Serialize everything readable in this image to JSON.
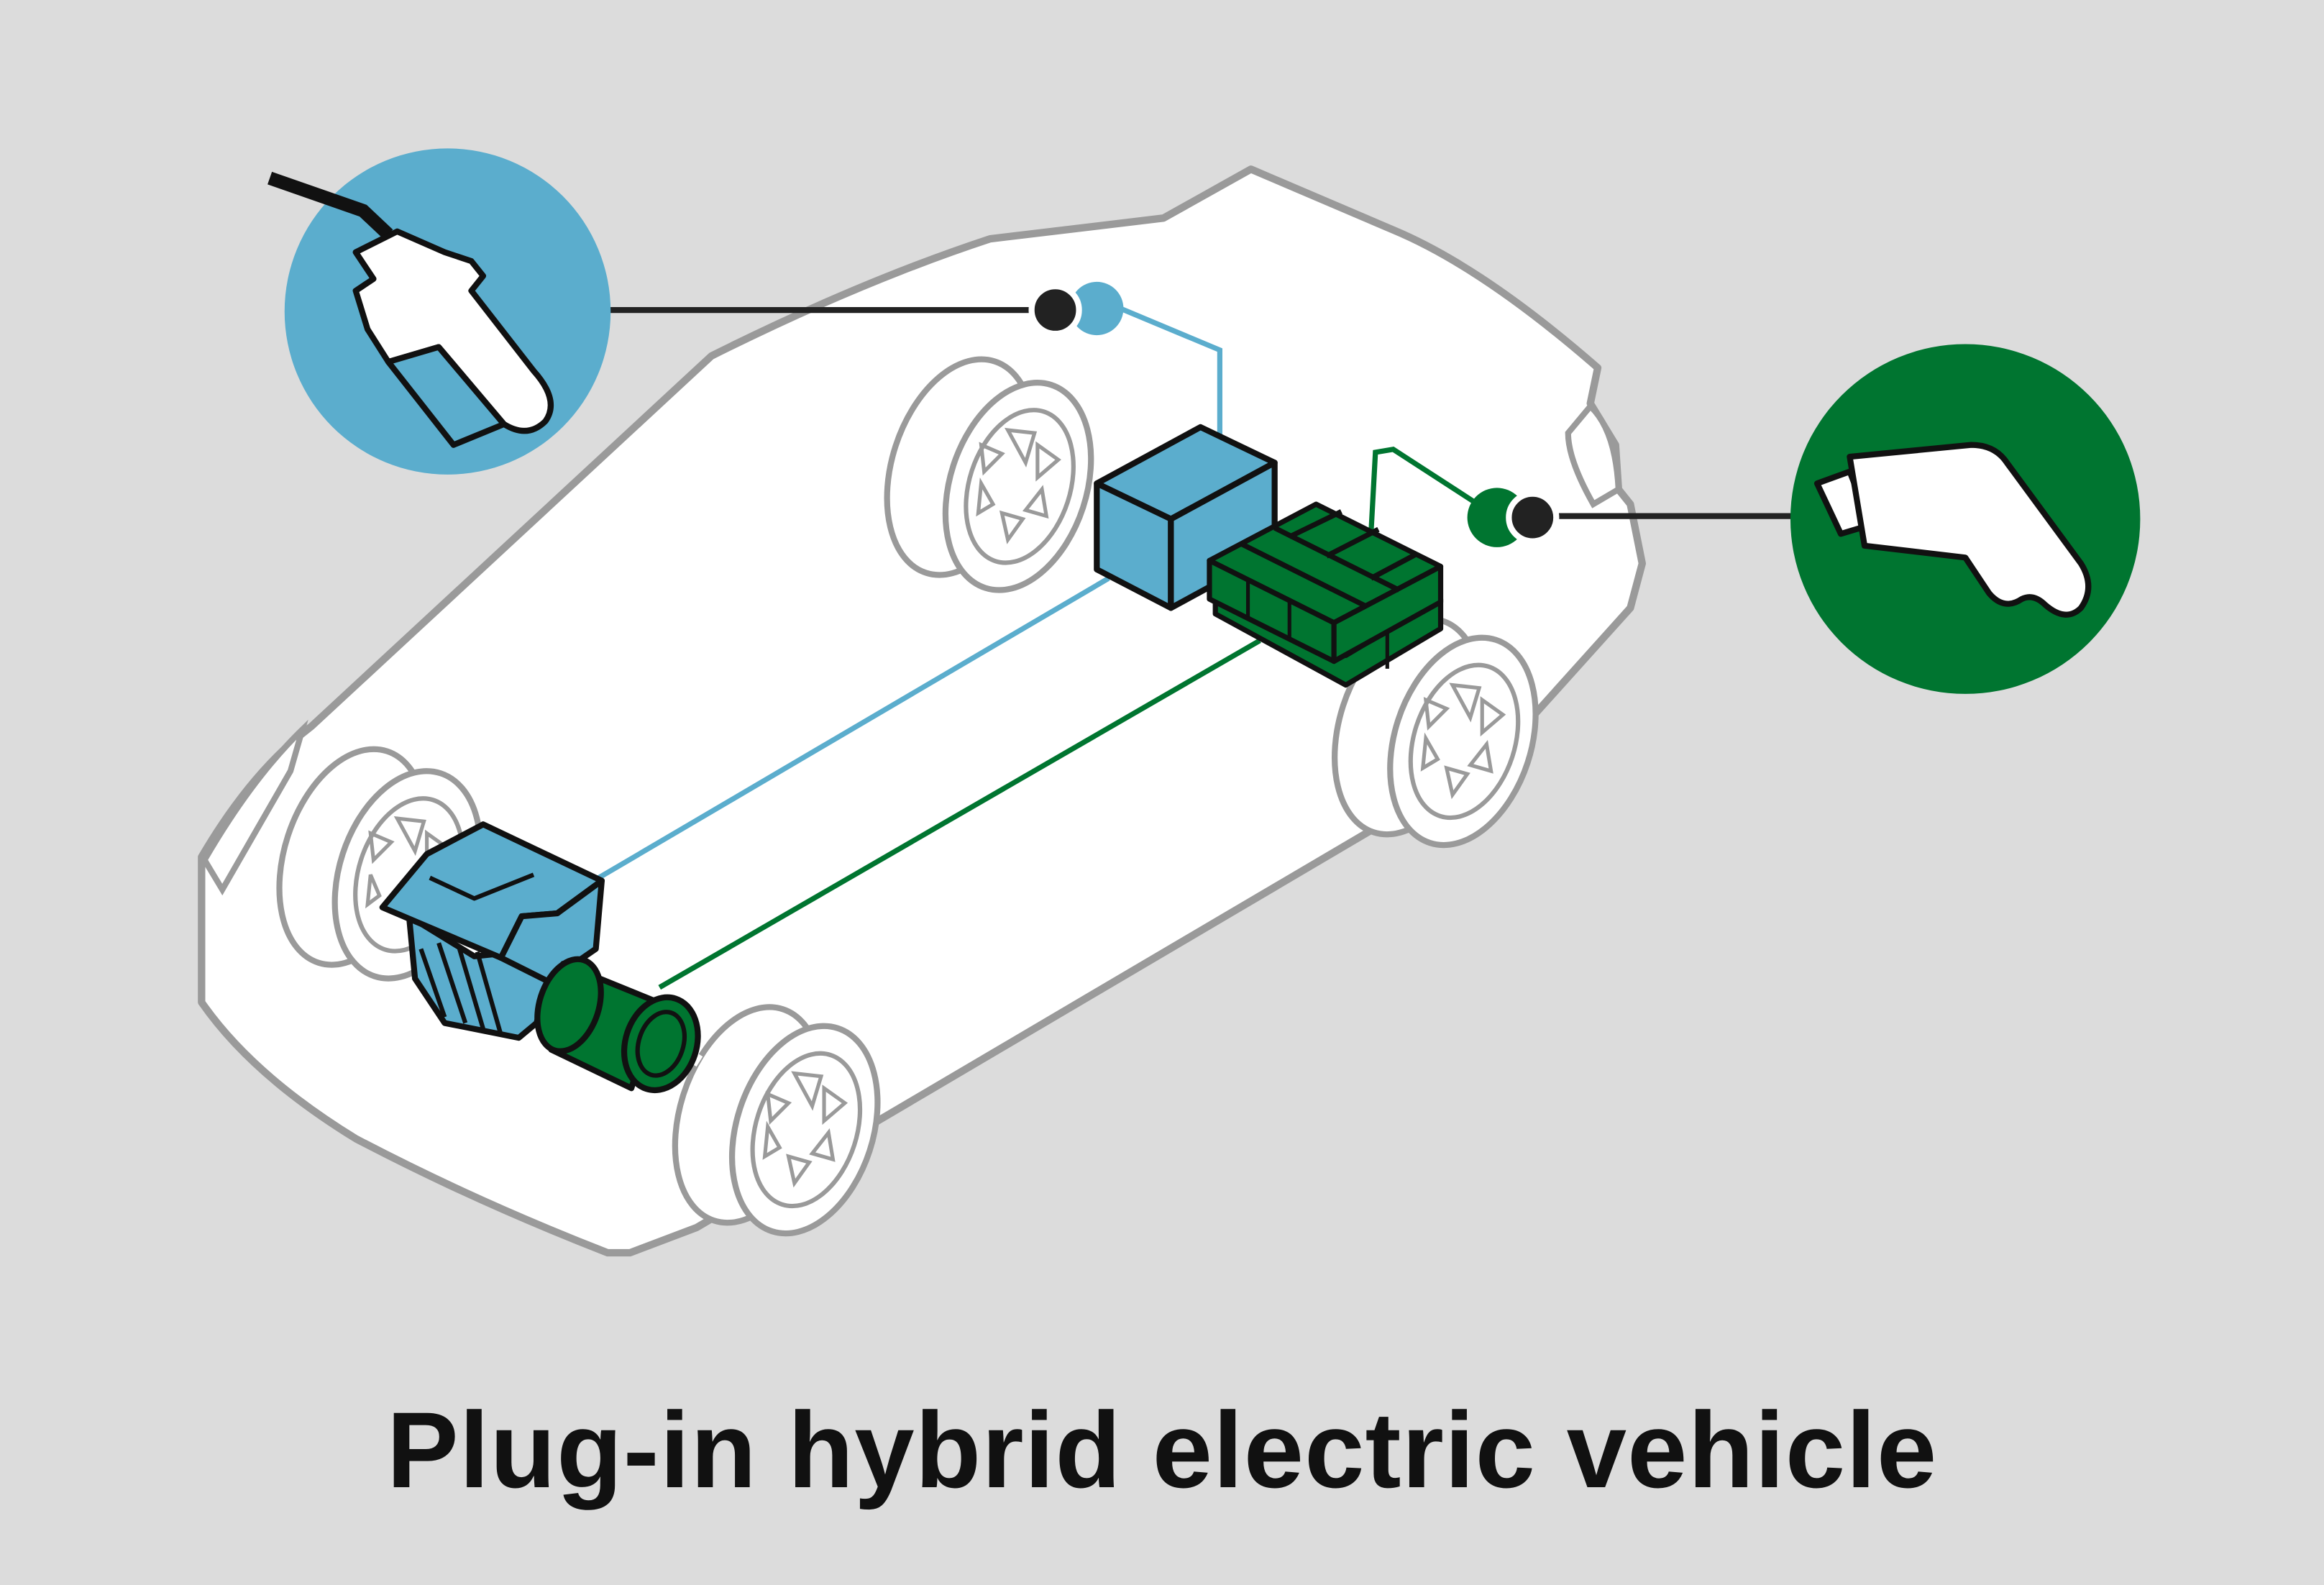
{
  "title": "Plug-in hybrid electric vehicle",
  "colors": {
    "background": "#dcdcdc",
    "gasoline_blue": "#5badcd",
    "electric_green": "#007530",
    "car_body_fill": "#ffffff",
    "car_outline": "#9a9a9a",
    "component_outline": "#111111"
  },
  "icons": {
    "fuel": "gas-pump-nozzle-icon",
    "electric": "ev-charging-plug-icon"
  },
  "components": [
    "fuel-nozzle",
    "fuel-port",
    "fuel-tank",
    "combustion-engine",
    "charge-port",
    "battery-pack",
    "electric-motor",
    "wheels"
  ]
}
